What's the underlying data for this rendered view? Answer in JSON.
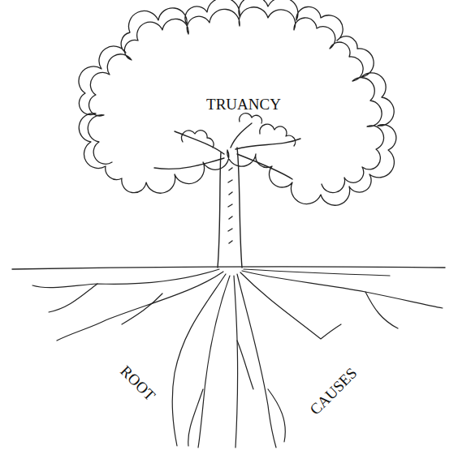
{
  "diagram": {
    "labels": [
      "TRUANCY",
      "ROOT",
      "CAUSES"
    ]
  }
}
